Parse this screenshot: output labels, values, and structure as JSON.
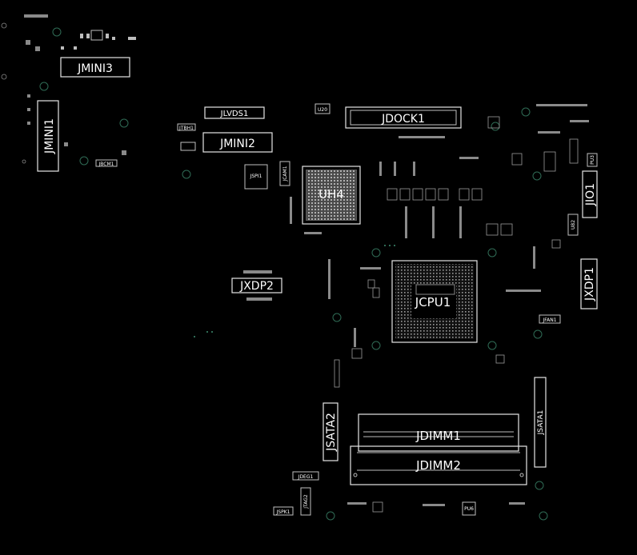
{
  "board": {
    "background": "#000000",
    "silkscreen_color": "#ffffff",
    "mount_hole_color": "#2f6b55"
  },
  "components": {
    "jmini3": "JMINI3",
    "jmini1": "JMINI1",
    "jmini2": "JMINI2",
    "jlvds1": "JLVDS1",
    "jdock1": "JDOCK1",
    "uh4": "UH4",
    "jcpu1": "JCPU1",
    "jxdp2": "JXDP2",
    "jxdp1": "JXDP1",
    "jio1": "JIO1",
    "jdimm1": "JDIMM1",
    "jdimm2": "JDIMM2",
    "jsata2": "JSATA2",
    "jsata1": "JSATA1",
    "jdeg1": "JDEG1",
    "jtag2": "JTAG2",
    "jspk1": "JSPK1",
    "jspi1": "JSPI1",
    "jcam1": "JCAM1",
    "jbcm1": "JBCM1",
    "jtbh1": "JTBH1",
    "jfan1": "JFAN1",
    "u20": "U20",
    "u82": "U82",
    "pu3": "PU3",
    "pu6": "PU6"
  }
}
